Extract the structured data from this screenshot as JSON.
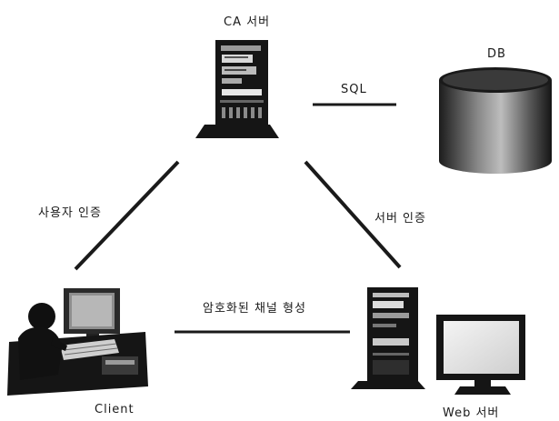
{
  "labels": {
    "ca_server": "CA 서버",
    "db": "DB",
    "sql": "SQL",
    "user_auth": "사용자 인증",
    "server_auth": "서버 인증",
    "encrypted_channel": "암호화된 채널 형성",
    "client": "Client",
    "web_server": "Web 서버"
  },
  "colors": {
    "line": "#1a1a1a",
    "device_dark": "#151515",
    "device_mid": "#6a6a6a",
    "device_light": "#d8d8d8"
  }
}
